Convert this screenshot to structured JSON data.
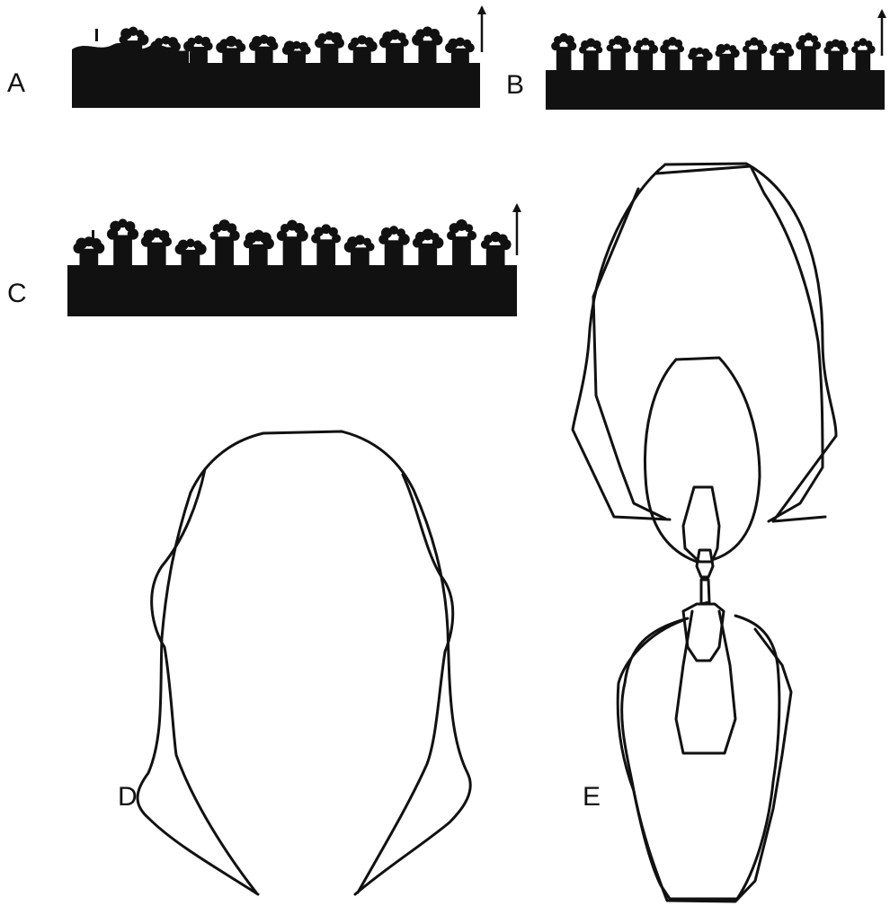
{
  "figure": {
    "panels": [
      {
        "id": "A",
        "label": "A",
        "kind": "branching-growth-pattern"
      },
      {
        "id": "B",
        "label": "B",
        "kind": "branching-growth-pattern"
      },
      {
        "id": "C",
        "label": "C",
        "kind": "branching-growth-pattern"
      },
      {
        "id": "D",
        "label": "D",
        "kind": "overlaid-outline-shapes"
      },
      {
        "id": "E",
        "label": "E",
        "kind": "nested-outline-shapes"
      }
    ],
    "colors": {
      "ink": "#111111",
      "background": "#ffffff"
    },
    "icons": [
      "arrow-up-icon",
      "tick-mark-icon"
    ]
  }
}
